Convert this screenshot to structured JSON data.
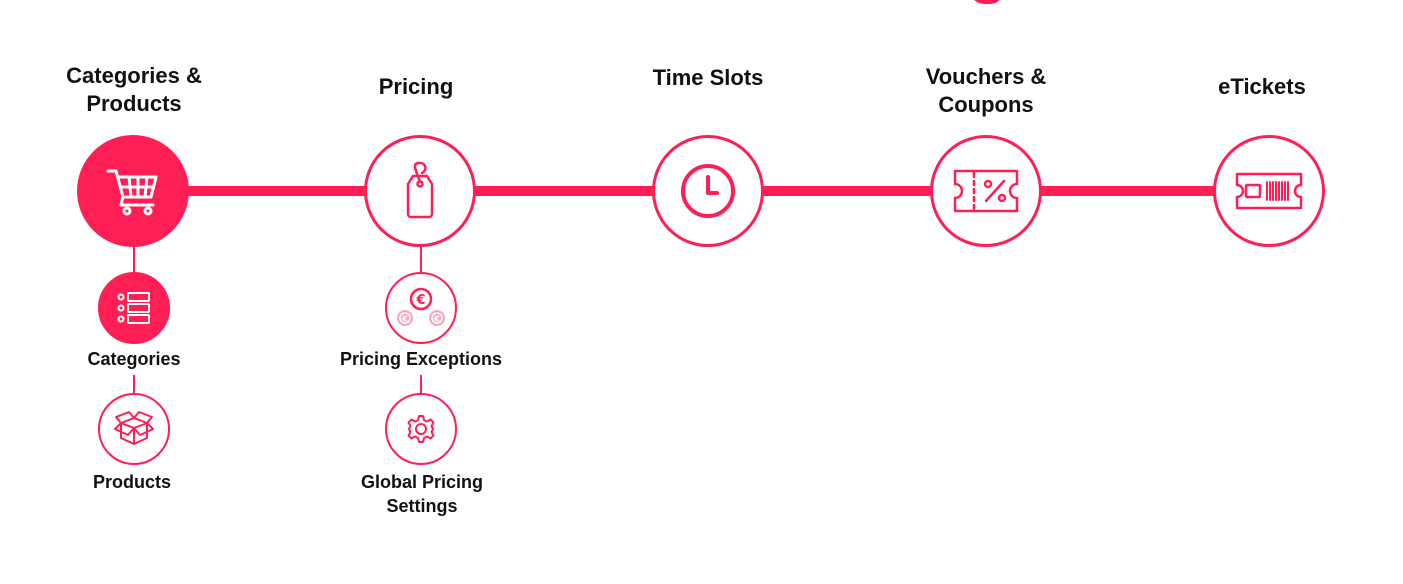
{
  "accent_color": "#ff1f55",
  "steps": [
    {
      "title": "Categories &\nProducts",
      "icon": "shopping-cart-icon"
    },
    {
      "title": "Pricing",
      "icon": "price-tag-icon"
    },
    {
      "title": "Time Slots",
      "icon": "clock-icon"
    },
    {
      "title": "Vouchers &\nCoupons",
      "icon": "voucher-percent-icon"
    },
    {
      "title": "eTickets",
      "icon": "eticket-icon"
    }
  ],
  "substeps": {
    "categories": {
      "label": "Categories",
      "icon": "category-list-icon"
    },
    "products": {
      "label": "Products",
      "icon": "box-icon"
    },
    "pricing_exceptions": {
      "label": "Pricing Exceptions",
      "icon": "euro-coins-icon"
    },
    "global_pricing_settings": {
      "label": "Global Pricing\nSettings",
      "icon": "gear-icon"
    }
  }
}
